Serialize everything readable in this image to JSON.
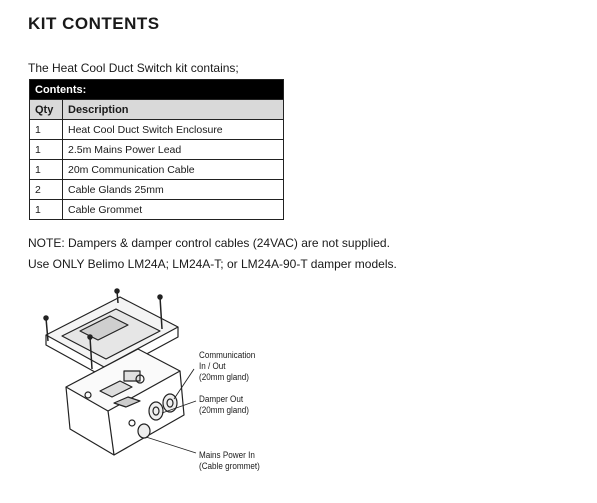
{
  "heading": "KIT CONTENTS",
  "intro": "The Heat Cool Duct Switch kit contains;",
  "table": {
    "banner": "Contents:",
    "columns": [
      "Qty",
      "Description"
    ],
    "rows": [
      {
        "qty": "1",
        "description": "Heat Cool Duct Switch Enclosure"
      },
      {
        "qty": "1",
        "description": "2.5m Mains Power Lead"
      },
      {
        "qty": "1",
        "description": "20m Communication Cable"
      },
      {
        "qty": "2",
        "description": "Cable Glands 25mm"
      },
      {
        "qty": "1",
        "description": "Cable Grommet"
      }
    ]
  },
  "notes": [
    "NOTE: Dampers & damper control cables (24VAC) are not supplied.",
    "Use ONLY Belimo LM24A; LM24A-T; or LM24A-90-T damper models."
  ],
  "diagram": {
    "callouts": {
      "communication": [
        "Communication",
        "In / Out",
        "(20mm gland)"
      ],
      "damper": [
        "Damper Out",
        "(20mm gland)"
      ],
      "mains": [
        "Mains Power In",
        "(Cable grommet)"
      ]
    }
  }
}
